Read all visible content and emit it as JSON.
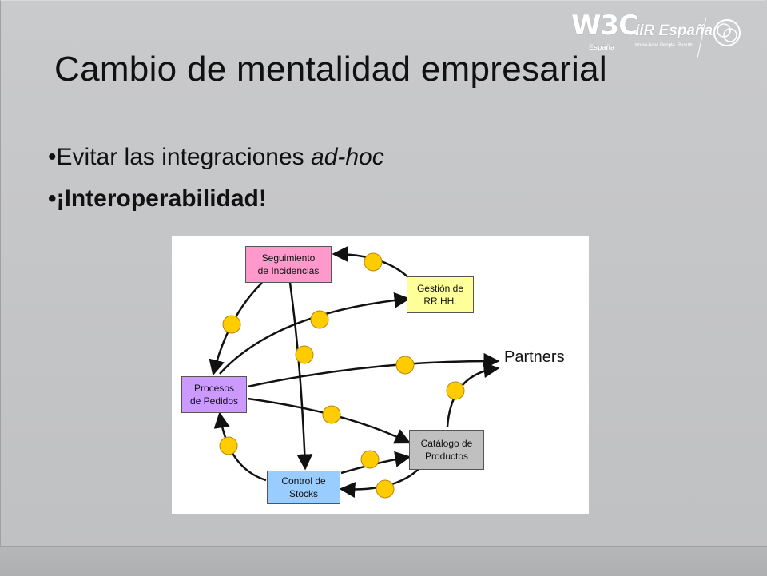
{
  "slide": {
    "title": "Cambio de mentalidad empresarial",
    "bullets": [
      {
        "bullet": "•",
        "text": "Evitar las integraciones ",
        "emphasis": "ad-hoc"
      },
      {
        "bullet": "•",
        "text": "¡Interoperabilidad!"
      }
    ]
  },
  "logos": {
    "w3c": "W3C",
    "w3c_sub": "España",
    "iir": "iiR España",
    "iir_tagline": "Know-how. People. Results."
  },
  "diagram": {
    "nodes": {
      "seguimiento": {
        "label": "Seguimiento\nde Incidencias",
        "color": "#ff99cc"
      },
      "gestion": {
        "label": "Gestión de\nRR.HH.",
        "color": "#ffff99"
      },
      "procesos": {
        "label": "Procesos\nde Pedidos",
        "color": "#cc99ff"
      },
      "catalogo": {
        "label": "Catálogo de\nProductos",
        "color": "#c0c0c0"
      },
      "control": {
        "label": "Control de\nStocks",
        "color": "#99ccff"
      }
    },
    "partners": "Partners",
    "connector_color": "#ffcc00"
  }
}
